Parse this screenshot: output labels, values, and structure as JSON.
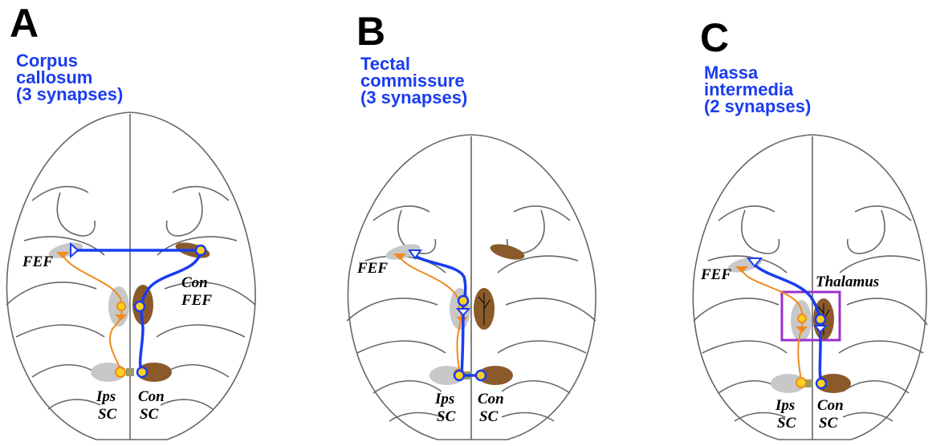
{
  "colors": {
    "pathway_blue": "#1a3cf0",
    "ipsi_orange": "#f08a1c",
    "neuron_yellow": "#ffd21f",
    "contra_brown": "#8a5a2b",
    "ipsi_gray": "#c8c8c8",
    "highlight_purple": "#9b30c8",
    "outline_gray": "#666666"
  },
  "panels": [
    {
      "letter": "A",
      "title": [
        "Corpus",
        "callosum",
        "(3 synapses)"
      ],
      "labels": {
        "fef": "FEF",
        "con_fef_1": "Con",
        "con_fef_2": "FEF",
        "ips_1": "Ips",
        "ips_2": "SC",
        "con_1": "Con",
        "con_2": "SC"
      }
    },
    {
      "letter": "B",
      "title": [
        "Tectal",
        "commissure",
        "(3 synapses)"
      ],
      "labels": {
        "fef": "FEF",
        "ips_1": "Ips",
        "ips_2": "SC",
        "con_1": "Con",
        "con_2": "SC"
      }
    },
    {
      "letter": "C",
      "title": [
        "Massa",
        "intermedia",
        "(2 synapses)"
      ],
      "labels": {
        "fef": "FEF",
        "thalamus": "Thalamus",
        "ips_1": "Ips",
        "ips_2": "SC",
        "con_1": "Con",
        "con_2": "SC"
      }
    }
  ]
}
